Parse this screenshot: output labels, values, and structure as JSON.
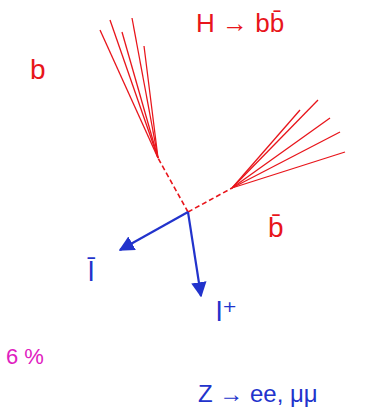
{
  "diagram": {
    "labels": [
      "H → bb̄",
      "b",
      "b̄",
      "l̄",
      "l⁺",
      "6 %",
      "Z → ee, μμ"
    ]
  }
}
